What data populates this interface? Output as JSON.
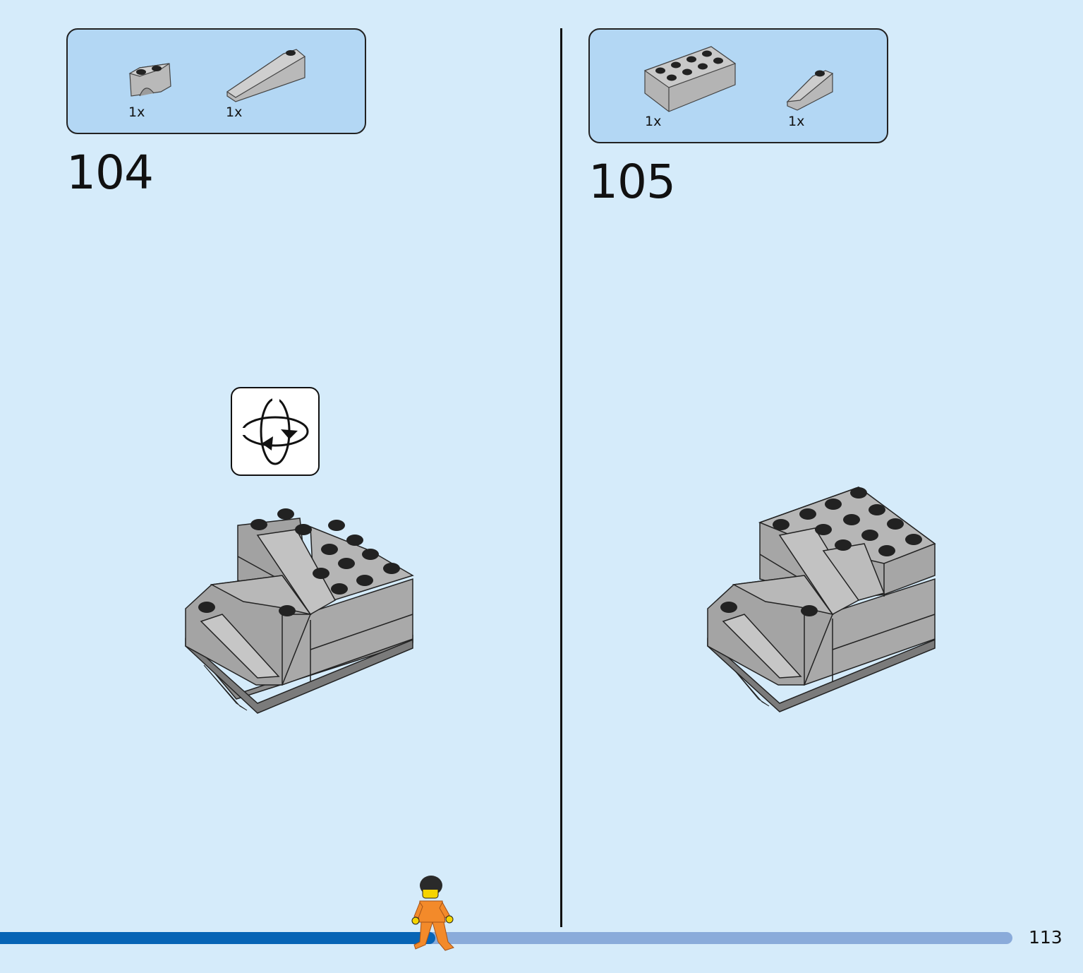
{
  "steps": [
    {
      "number": "104",
      "parts": [
        {
          "qty": "1x",
          "name": "light-gray-1x2-arch-brick-icon"
        },
        {
          "qty": "1x",
          "name": "light-gray-curved-slope-icon"
        }
      ]
    },
    {
      "number": "105",
      "parts": [
        {
          "qty": "1x",
          "name": "light-gray-2x4-brick-icon"
        },
        {
          "qty": "1x",
          "name": "light-gray-1x2-slope-icon"
        }
      ]
    }
  ],
  "rotate_icon": "rotate-model-icon",
  "progress": {
    "fraction": 0.43
  },
  "page": {
    "number": "113"
  },
  "colors": {
    "background": "#d5ebfa",
    "parts_box": "#b3d7f4",
    "brick_gray": "#a9a9a9",
    "progress_done": "#0764b5",
    "progress_remaining": "#8aabda",
    "minifig_orange": "#f38a2a"
  }
}
